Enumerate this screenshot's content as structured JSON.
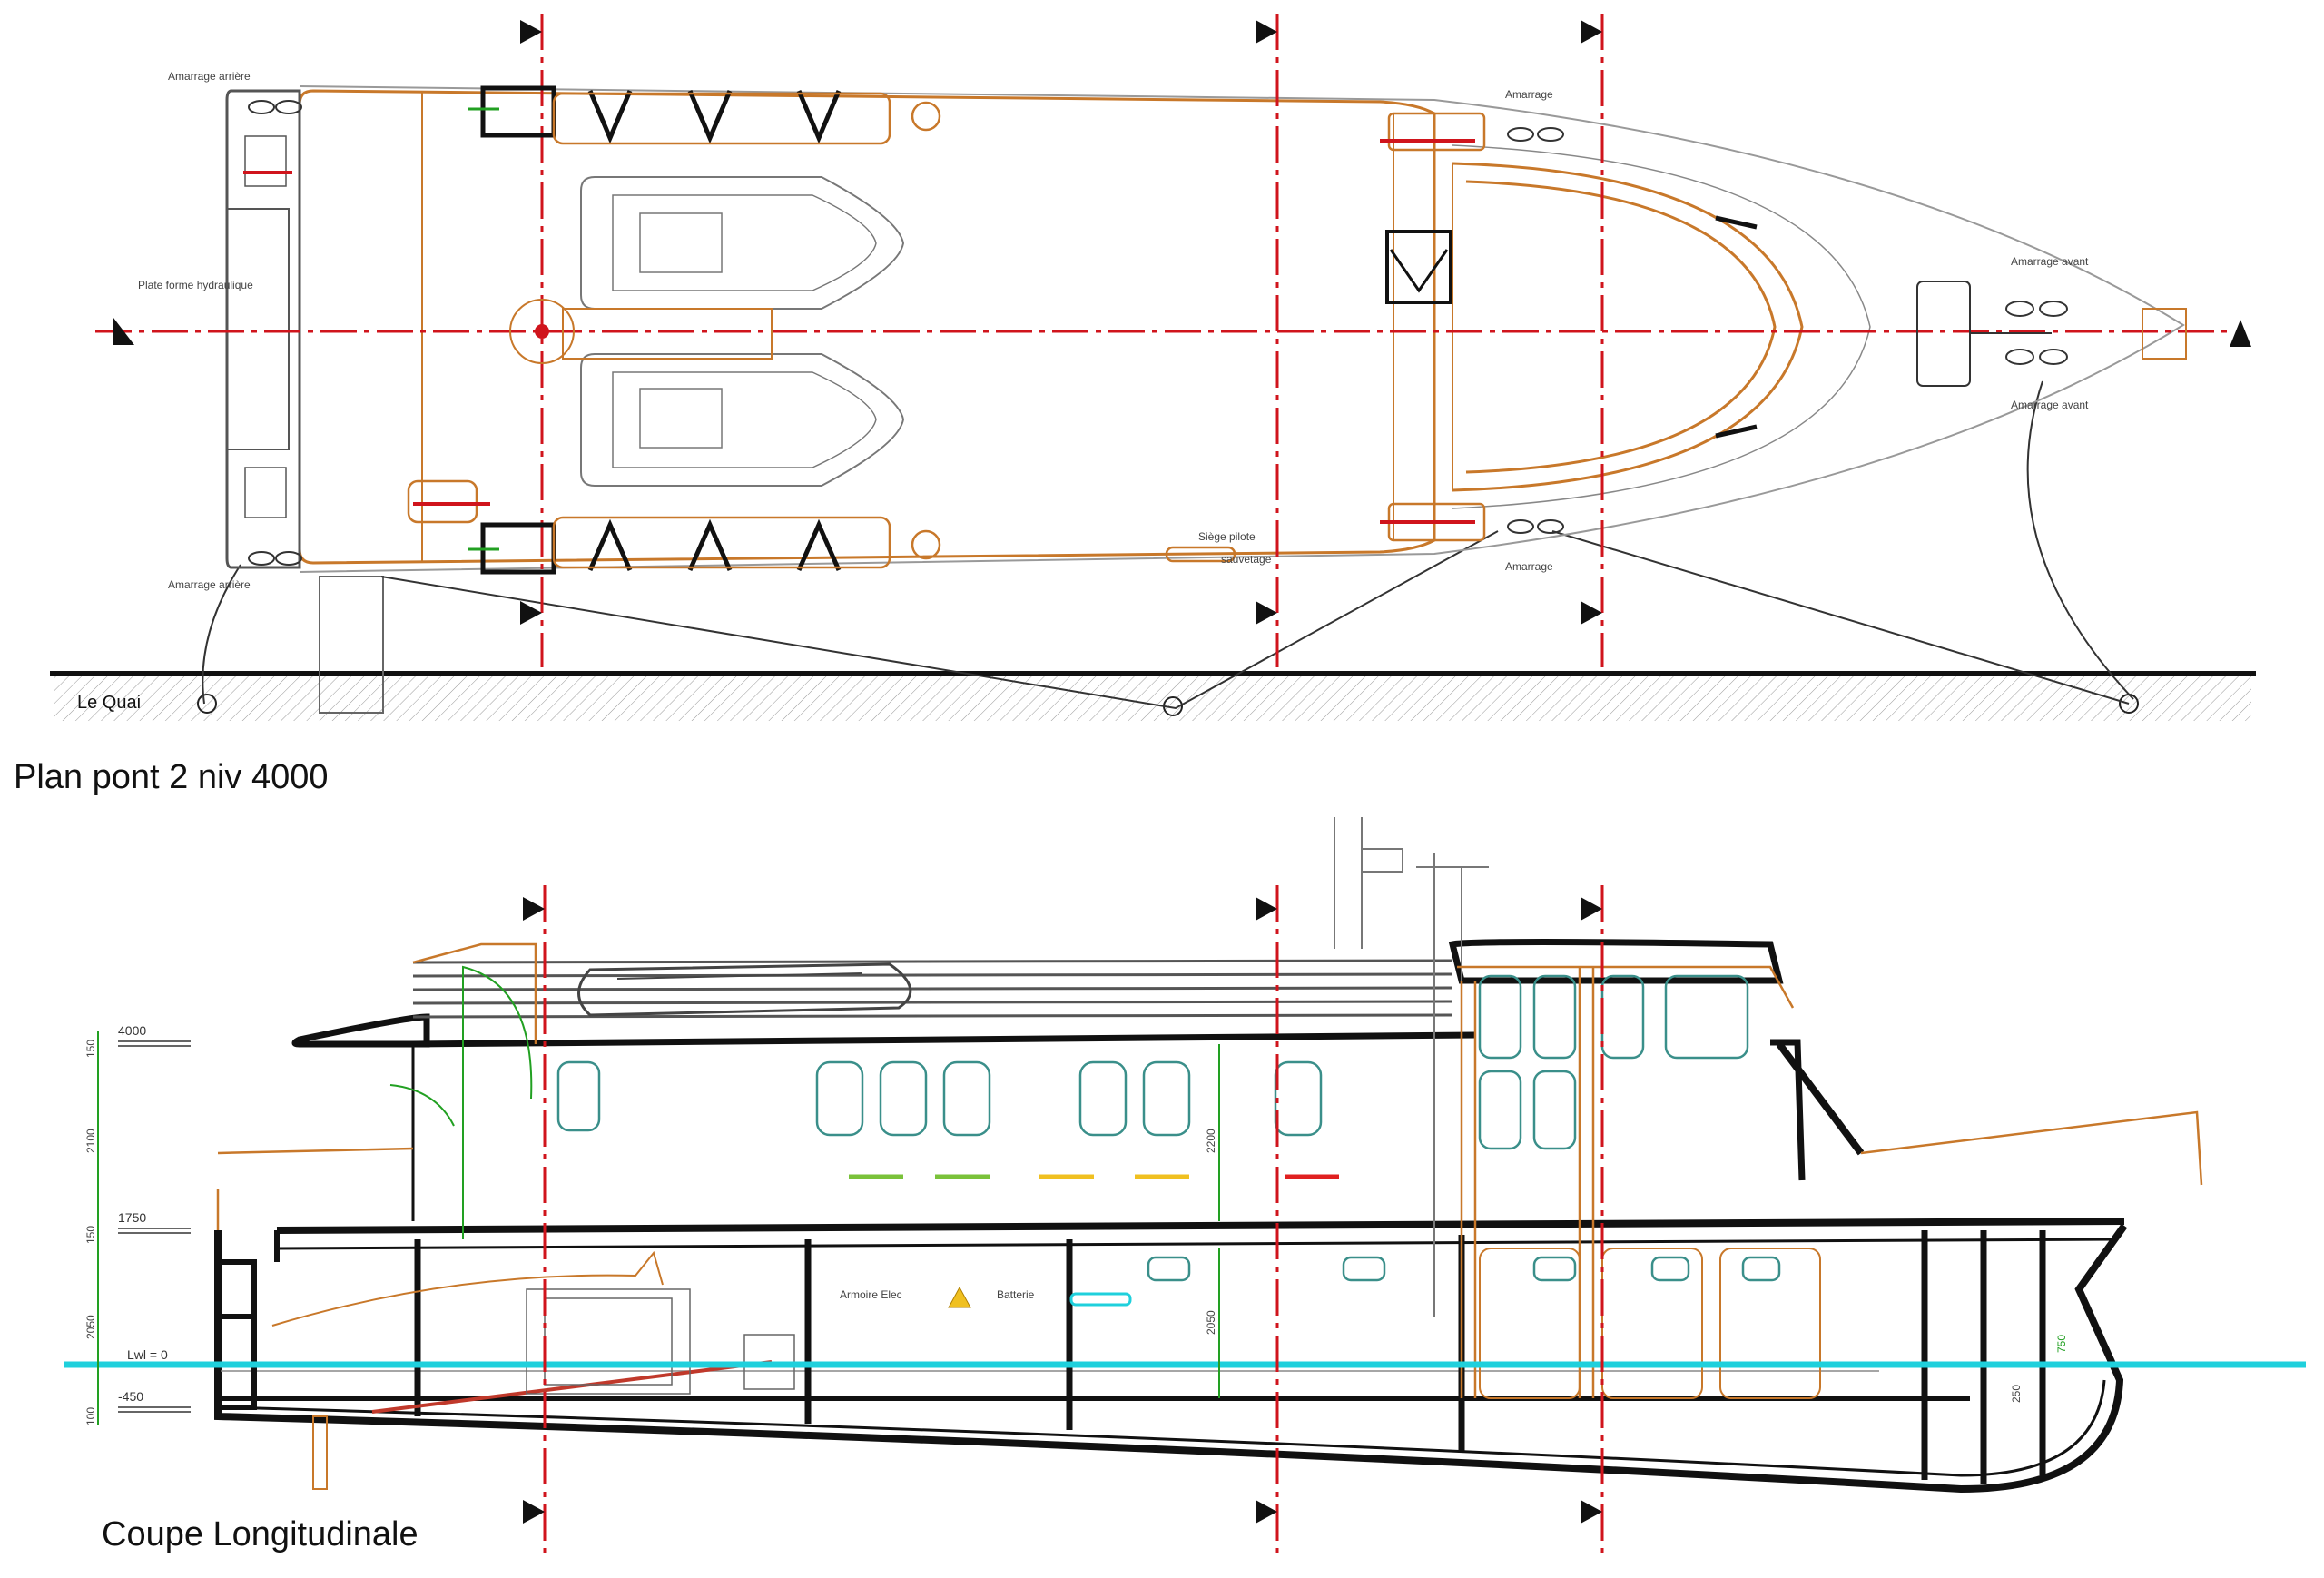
{
  "colors": {
    "hull_black": "#111111",
    "structure_orange": "#c8782a",
    "section_red": "#d0141c",
    "waterline_cyan": "#1fd0dc",
    "dimension_green": "#22a022",
    "window_teal": "#3a8f8a",
    "seat_green": "#7ac23a",
    "seat_yellow": "#f0c020",
    "seat_red": "#e02020",
    "thin_gray": "#888888"
  },
  "icons": {
    "section_marker": "black-triangle-icon",
    "warning": "electrical-warning-icon"
  },
  "plan": {
    "title": "Plan pont 2 niv 4000",
    "quay_label": "Le Quai",
    "labels": {
      "stern_mooring_top": "Amarrage arrière",
      "stern_mooring_bottom": "Amarrage arrière",
      "hydraulic_platform": "Plate forme hydraulique",
      "mooring_top": "Amarrage",
      "mooring_bottom": "Amarrage",
      "bow_mooring_top": "Amarrage avant",
      "bow_mooring_bottom": "Amarrage avant",
      "rescue_seat_line1": "Siège pilote",
      "rescue_seat_line2": "sauvetage"
    }
  },
  "section": {
    "title": "Coupe Longitudinale",
    "waterline_label": "Lwl = 0",
    "levels": {
      "l4000": "4000",
      "l1750": "1750",
      "lneg450": "-450"
    },
    "dims_vertical": {
      "d150a": "150",
      "d2100": "2100",
      "d150b": "150",
      "d2050": "2050",
      "d100": "100",
      "d2200": "2200",
      "d2050b": "2050",
      "d750": "750",
      "d250": "250"
    },
    "labels": {
      "electrical_cabinet": "Armoire Elec",
      "battery": "Batterie"
    }
  }
}
